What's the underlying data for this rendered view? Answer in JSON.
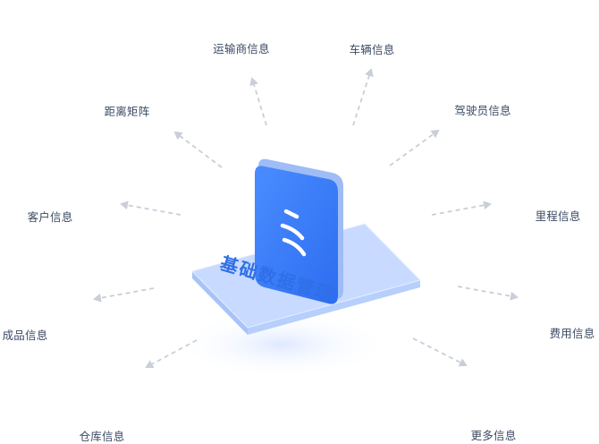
{
  "center": {
    "title": "基础数据管理"
  },
  "nodes": [
    {
      "id": "carrier",
      "label": "运输商信息",
      "icon": "truck-icon"
    },
    {
      "id": "vehicle",
      "label": "车辆信息",
      "icon": "car-icon"
    },
    {
      "id": "driver",
      "label": "驾驶员信息",
      "icon": "driver-icon"
    },
    {
      "id": "mileage",
      "label": "里程信息",
      "icon": "road-icon"
    },
    {
      "id": "fee",
      "label": "费用信息",
      "icon": "yen-coin-icon"
    },
    {
      "id": "more",
      "label": "更多信息",
      "icon": "more-dots-icon"
    },
    {
      "id": "warehouse",
      "label": "仓库信息",
      "icon": "warehouse-icon"
    },
    {
      "id": "product",
      "label": "成品信息",
      "icon": "box-icon"
    },
    {
      "id": "customer",
      "label": "客户信息",
      "icon": "customer-icon"
    },
    {
      "id": "distance",
      "label": "距离矩阵",
      "icon": "matrix-icon"
    }
  ],
  "colors": {
    "primary": "#3d7cf5",
    "light": "#8fb4ff",
    "platform": "#c5d8ff",
    "arrow": "#c9ced8"
  }
}
